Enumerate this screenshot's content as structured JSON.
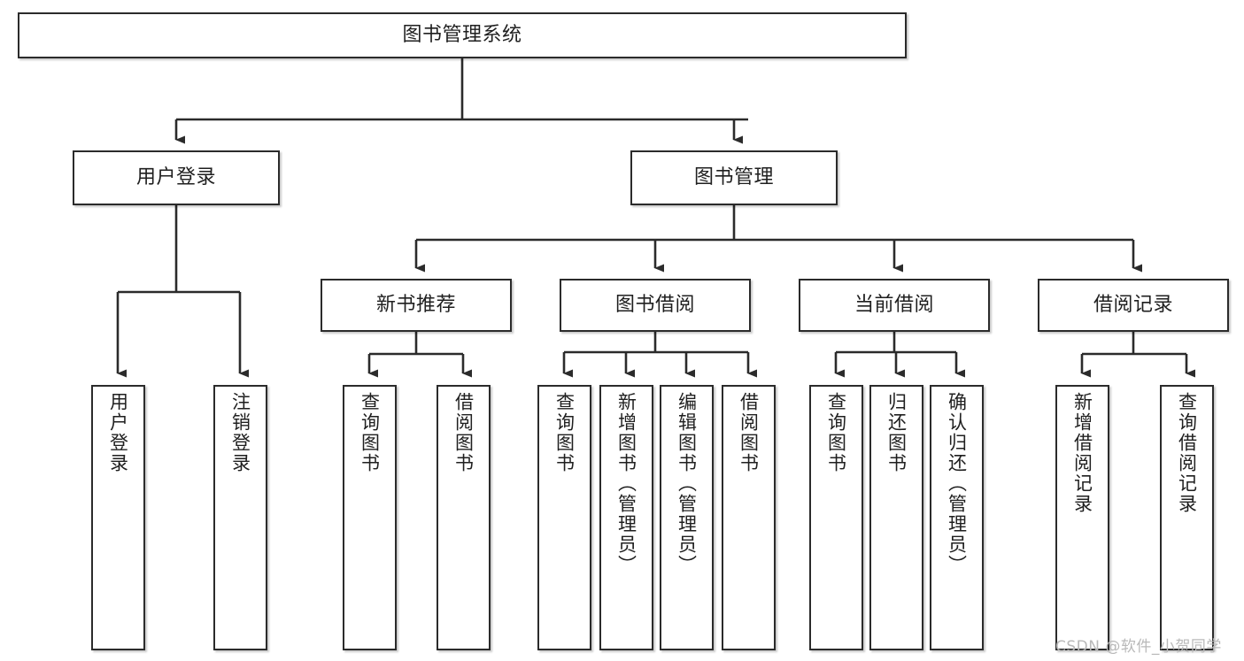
{
  "diagram": {
    "type": "tree-hierarchy-flowchart",
    "title": "图书管理系统",
    "orientation": "top-down",
    "watermark": "CSDN @软件_小贺同学",
    "colors": {
      "box_border": "#2b2b2b",
      "box_fill": "#ffffff",
      "connector": "#2b2b2b",
      "text": "#1f1f1f",
      "watermark": "#b9b9b9",
      "background": "#ffffff"
    },
    "levels": {
      "level1": [
        "图书管理系统"
      ],
      "level2": [
        "用户登录",
        "图书管理"
      ],
      "level3": [
        "新书推荐",
        "图书借阅",
        "当前借阅",
        "借阅记录"
      ],
      "level4": [
        "用户登录",
        "注销登录",
        "查询图书",
        "借阅图书",
        "查询图书",
        "新增图书（管理员）",
        "编辑图书（管理员）",
        "借阅图书",
        "查询图书",
        "归还图书",
        "确认归还（管理员）",
        "新增借阅记录",
        "查询借阅记录"
      ]
    },
    "nodes": {
      "root": {
        "label": "图书管理系统"
      },
      "user_login": {
        "label": "用户登录"
      },
      "book_manage": {
        "label": "图书管理"
      },
      "new_book_rec": {
        "label": "新书推荐"
      },
      "book_borrow": {
        "label": "图书借阅"
      },
      "current_borrow": {
        "label": "当前借阅"
      },
      "borrow_record": {
        "label": "借阅记录"
      },
      "leaf_user_login": {
        "label": "用户登录"
      },
      "leaf_logout": {
        "label": "注销登录"
      },
      "leaf_query_book_a": {
        "label": "查询图书"
      },
      "leaf_borrow_book_a": {
        "label": "借阅图书"
      },
      "leaf_query_book_b": {
        "label": "查询图书"
      },
      "leaf_add_book_admin": {
        "label": "新增图书（管理员）"
      },
      "leaf_edit_book_admin": {
        "label": "编辑图书（管理员）"
      },
      "leaf_borrow_book_b": {
        "label": "借阅图书"
      },
      "leaf_query_book_c": {
        "label": "查询图书"
      },
      "leaf_return_book": {
        "label": "归还图书"
      },
      "leaf_confirm_return_admin": {
        "label": "确认归还（管理员）"
      },
      "leaf_add_borrow_record": {
        "label": "新增借阅记录"
      },
      "leaf_query_borrow_record": {
        "label": "查询借阅记录"
      }
    },
    "edges": [
      {
        "from": "图书管理系统",
        "to": "用户登录"
      },
      {
        "from": "图书管理系统",
        "to": "图书管理"
      },
      {
        "from": "用户登录",
        "to": "用户登录"
      },
      {
        "from": "用户登录",
        "to": "注销登录"
      },
      {
        "from": "图书管理",
        "to": "新书推荐"
      },
      {
        "from": "图书管理",
        "to": "图书借阅"
      },
      {
        "from": "图书管理",
        "to": "当前借阅"
      },
      {
        "from": "图书管理",
        "to": "借阅记录"
      },
      {
        "from": "新书推荐",
        "to": "查询图书"
      },
      {
        "from": "新书推荐",
        "to": "借阅图书"
      },
      {
        "from": "图书借阅",
        "to": "查询图书"
      },
      {
        "from": "图书借阅",
        "to": "新增图书（管理员）"
      },
      {
        "from": "图书借阅",
        "to": "编辑图书（管理员）"
      },
      {
        "from": "图书借阅",
        "to": "借阅图书"
      },
      {
        "from": "当前借阅",
        "to": "查询图书"
      },
      {
        "from": "当前借阅",
        "to": "归还图书"
      },
      {
        "from": "当前借阅",
        "to": "确认归还（管理员）"
      },
      {
        "from": "借阅记录",
        "to": "新增借阅记录"
      },
      {
        "from": "借阅记录",
        "to": "查询借阅记录"
      }
    ]
  }
}
